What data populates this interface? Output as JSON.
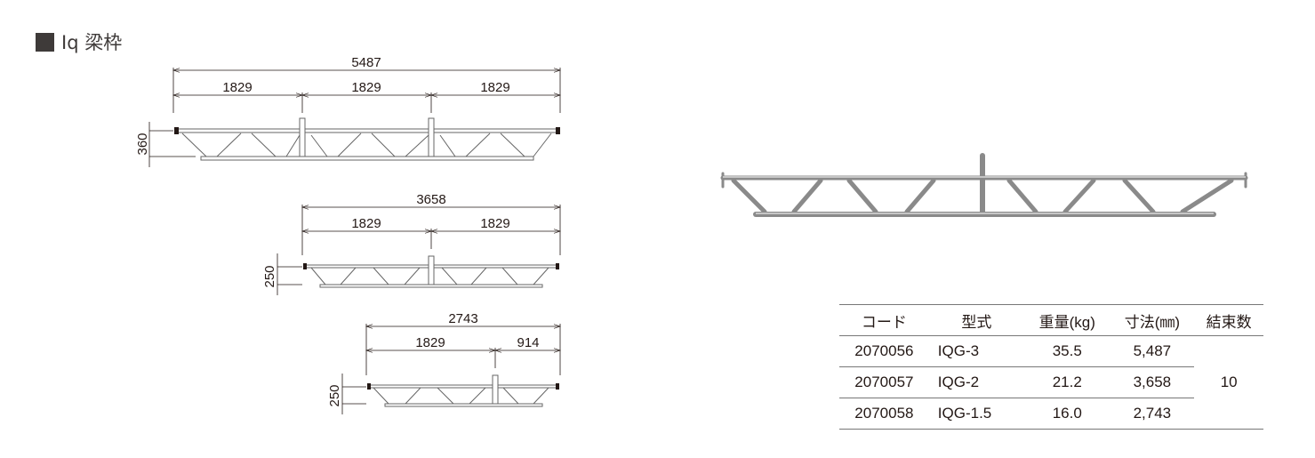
{
  "title": {
    "text": "Iq 梁枠"
  },
  "drawings": [
    {
      "name": "IQG-3",
      "total": "5487",
      "spans": [
        "1829",
        "1829",
        "1829"
      ],
      "height": "360"
    },
    {
      "name": "IQG-2",
      "total": "3658",
      "spans": [
        "1829",
        "1829"
      ],
      "height": "250"
    },
    {
      "name": "IQG-1.5",
      "total": "2743",
      "spans": [
        "1829",
        "914"
      ],
      "height": "250"
    }
  ],
  "table": {
    "headers": [
      "コード",
      "型式",
      "重量(kg)",
      "寸法(㎜)",
      "結束数"
    ],
    "rows": [
      {
        "code": "2070056",
        "model": "IQG-3",
        "weight": "35.5",
        "size": "5,487"
      },
      {
        "code": "2070057",
        "model": "IQG-2",
        "weight": "21.2",
        "size": "3,658"
      },
      {
        "code": "2070058",
        "model": "IQG-1.5",
        "weight": "16.0",
        "size": "2,743"
      }
    ],
    "bundle": "10"
  },
  "colors": {
    "ink": "#231815",
    "frame": "#9a9a9a",
    "title": "#3e3a39"
  }
}
